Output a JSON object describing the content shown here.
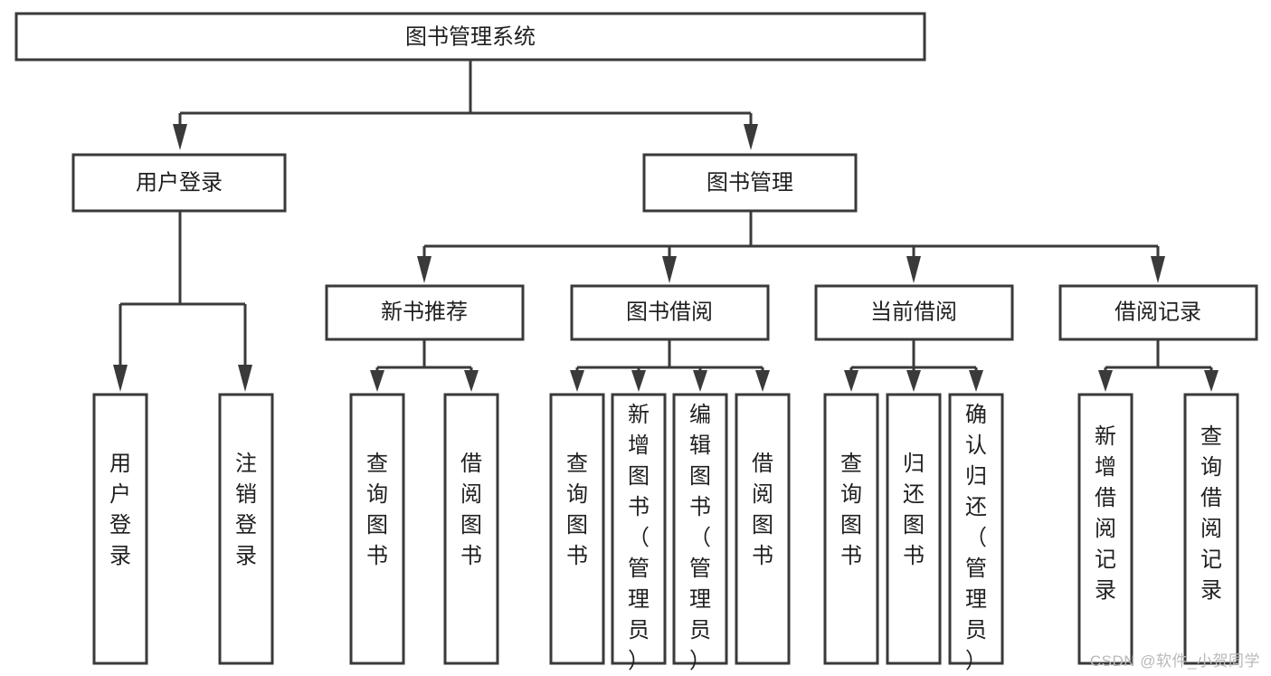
{
  "diagram": {
    "title": "图书管理系统",
    "type": "tree",
    "colors": {
      "stroke": "#3a3a3a",
      "box_fill": "#ffffff",
      "text": "#1f1f1f",
      "background": "#ffffff",
      "watermark": "#b9b9b9"
    },
    "levels": {
      "root": {
        "label": "图书管理系统"
      },
      "level2": [
        {
          "label": "用户登录"
        },
        {
          "label": "图书管理"
        }
      ],
      "level3": [
        {
          "label": "新书推荐"
        },
        {
          "label": "图书借阅"
        },
        {
          "label": "当前借阅"
        },
        {
          "label": "借阅记录"
        }
      ],
      "leaves": {
        "user_login": [
          {
            "label": "用户登录"
          },
          {
            "label": "注销登录"
          }
        ],
        "new_book_recommend": [
          {
            "label": "查询图书"
          },
          {
            "label": "借阅图书"
          }
        ],
        "book_borrow": [
          {
            "label": "查询图书"
          },
          {
            "label": "新增图书（管理员）"
          },
          {
            "label": "编辑图书（管理员）"
          },
          {
            "label": "借阅图书"
          }
        ],
        "current_borrow": [
          {
            "label": "查询图书"
          },
          {
            "label": "归还图书"
          },
          {
            "label": "确认归还（管理员）"
          }
        ],
        "borrow_record": [
          {
            "label": "新增借阅记录"
          },
          {
            "label": "查询借阅记录"
          }
        ]
      }
    },
    "watermark": "CSDN @软件_小贺同学"
  }
}
